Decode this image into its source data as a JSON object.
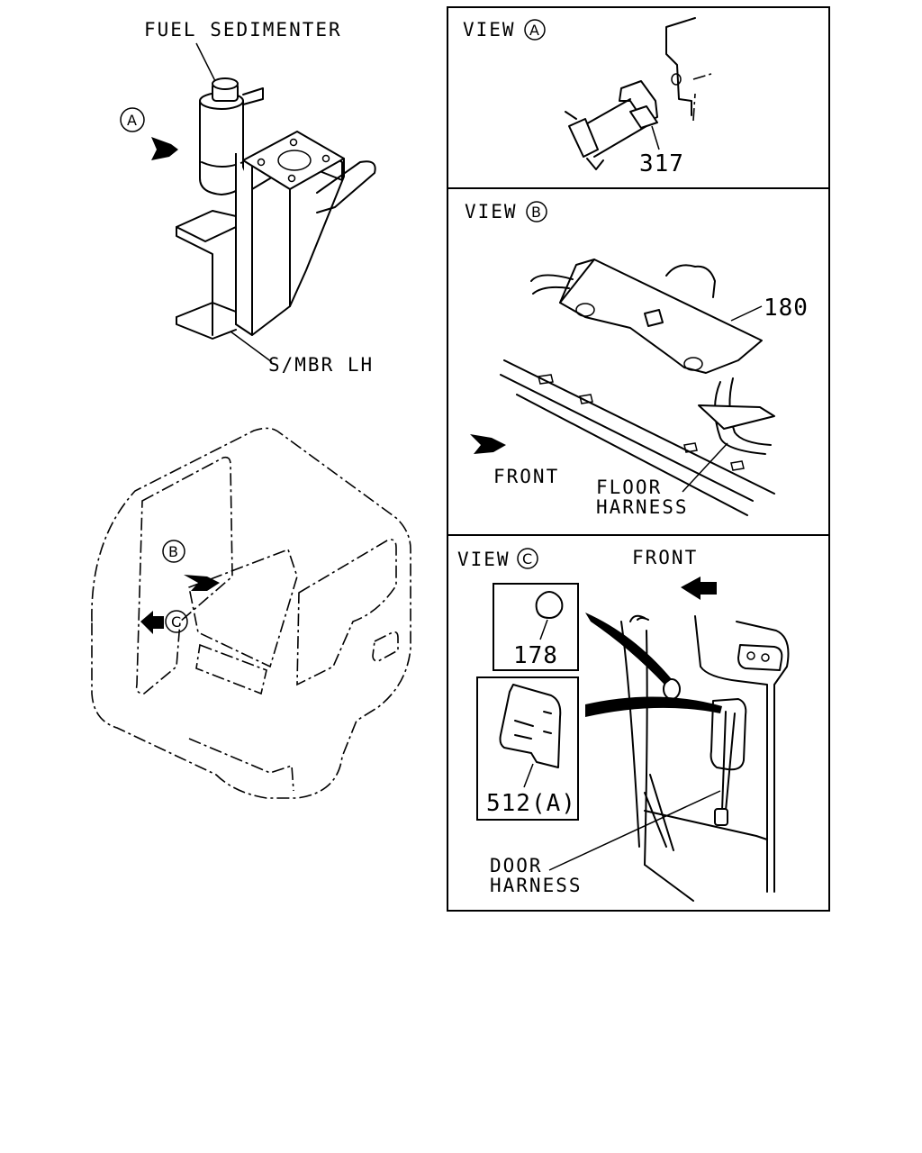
{
  "callouts": {
    "fuel_sedimenter": "FUEL SEDIMENTER",
    "side_member": "S/MBR LH",
    "view_a_marker": "A",
    "view_b_marker": "B",
    "view_c_marker": "C"
  },
  "panels": {
    "view_a": {
      "title_prefix": "VIEW",
      "title_letter": "A",
      "part": "317"
    },
    "view_b": {
      "title_prefix": "VIEW",
      "title_letter": "B",
      "part": "180",
      "front": "FRONT",
      "harness_line1": "FLOOR",
      "harness_line2": "HARNESS"
    },
    "view_c": {
      "title_prefix": "VIEW",
      "title_letter": "C",
      "front": "FRONT",
      "part_top": "178",
      "part_bottom": "512(A)",
      "harness_line1": "DOOR",
      "harness_line2": "HARNESS"
    }
  }
}
